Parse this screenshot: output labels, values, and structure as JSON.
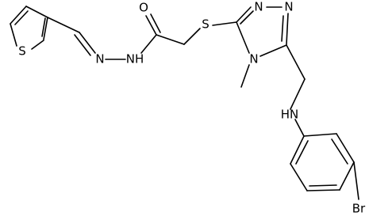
{
  "structure": {
    "atoms": {
      "thiophene_s": "S",
      "hydrazone_n1": "N",
      "hydrazone_nh": "NH",
      "carbonyl_o": "O",
      "thioether_s": "S",
      "triazole_n1": "N",
      "triazole_n2": "N",
      "triazole_n4": "N",
      "amine_nh": "HN",
      "bromine": "Br"
    },
    "substituents": {
      "methyl": "methyl"
    }
  }
}
